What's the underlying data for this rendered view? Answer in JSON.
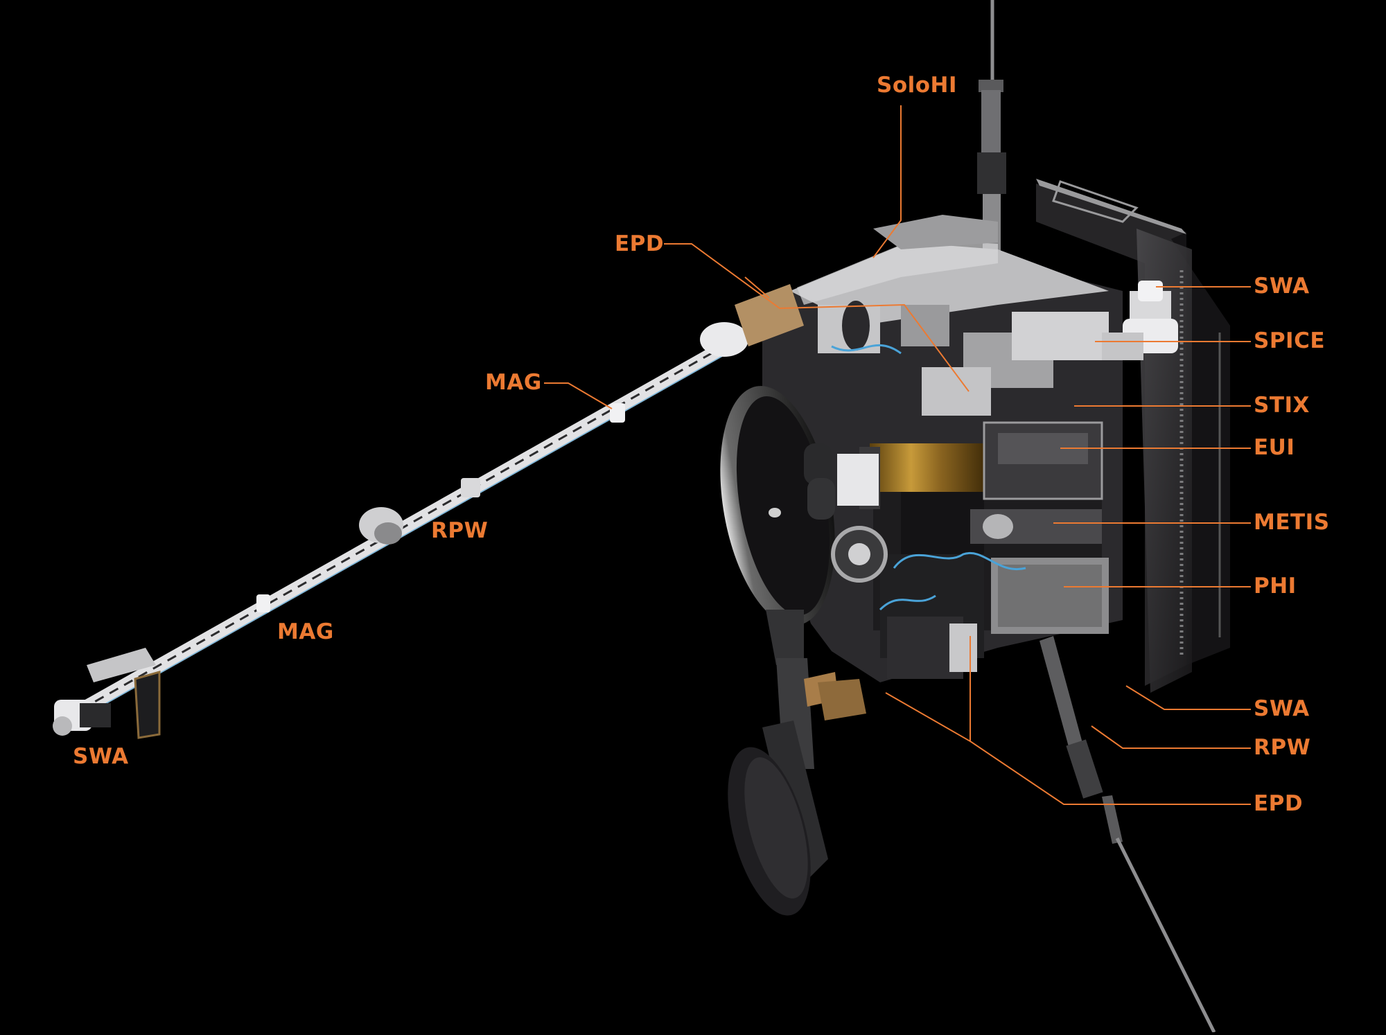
{
  "colors": {
    "background": "#000000",
    "accent": "#ec7a32",
    "panel_dark": "#1e1d1f",
    "panel_mid": "#3a393c",
    "structure_light": "#bfc0c2",
    "mli_gold": "#a8802a",
    "boom_white": "#e4e4e6"
  },
  "labels": {
    "soloHI": "SoloHI",
    "epd_top": "EPD",
    "mag_upper": "MAG",
    "rpw_boom": "RPW",
    "mag_lower": "MAG",
    "swa_boom": "SWA",
    "swa_top": "SWA",
    "spice": "SPICE",
    "stix": "STIX",
    "eui": "EUI",
    "metis": "METIS",
    "phi": "PHI",
    "swa_bottom": "SWA",
    "rpw_bottom": "RPW",
    "epd_bottom": "EPD"
  }
}
